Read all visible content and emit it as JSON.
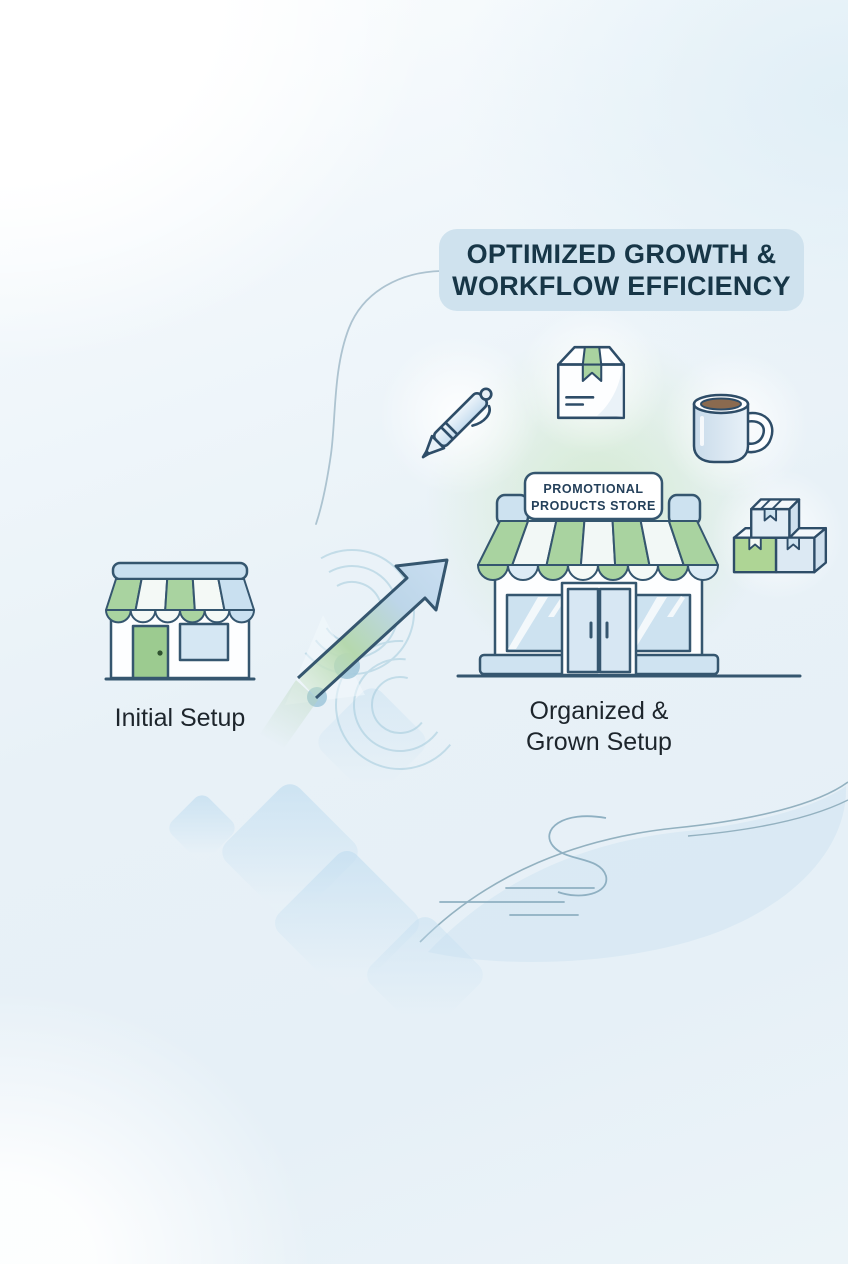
{
  "title": {
    "line1": "OPTIMIZED GROWTH &",
    "line2": "WORKFLOW EFFICIENCY"
  },
  "stages": {
    "initial": {
      "label": "Initial Setup"
    },
    "grown": {
      "label_line1": "Organized &",
      "label_line2": "Grown Setup",
      "sign": {
        "line1": "PROMOTIONAL",
        "line2": "PRODUCTS STORE"
      }
    }
  },
  "icons": {
    "pen": "pen-icon",
    "package_box": "package-box-icon",
    "coffee_mug": "coffee-mug-icon",
    "stacked_boxes": "stacked-boxes-icon",
    "growth_arrow": "growth-arrow-icon",
    "small_store": "small-store-icon",
    "large_store": "large-store-icon"
  },
  "colors": {
    "outline_navy": "#35566f",
    "awning_green": "#a9d3a0",
    "panel_blue": "#cfe3f1",
    "door_green": "#9ccb90",
    "title_bg": "#cfe2ee",
    "title_text": "#173647",
    "label_text": "#1d252c",
    "sign_text": "#24405a",
    "coffee_brown": "#8a6a4f",
    "ripple_blue": "#9ec8da",
    "background_blue": "#e8f1f7"
  }
}
